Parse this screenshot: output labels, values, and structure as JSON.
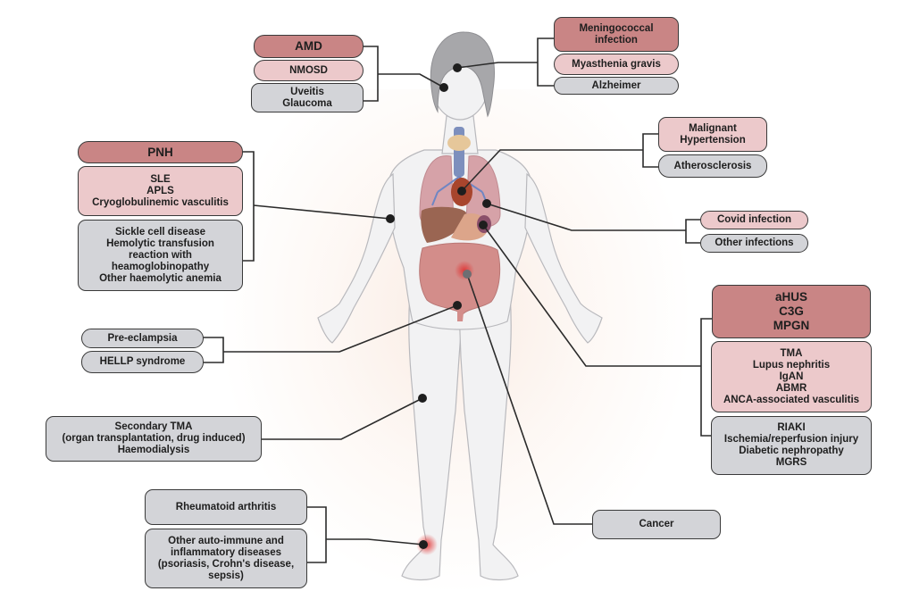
{
  "title": "Complement-mediated diseases by body site",
  "colors": {
    "dark_box": "#c98585",
    "light_box": "#ecc9cb",
    "grey_box": "#d3d4d8",
    "connector": "#2b2b2b",
    "inflammation": "#e03030"
  },
  "groups": {
    "eye": {
      "site": "eye",
      "boxes": [
        {
          "tier": "dark",
          "lines": [
            "AMD"
          ]
        },
        {
          "tier": "light",
          "lines": [
            "NMOSD"
          ]
        },
        {
          "tier": "grey",
          "lines": [
            "Uveitis",
            "Glaucoma"
          ]
        }
      ]
    },
    "brain": {
      "site": "brain",
      "boxes": [
        {
          "tier": "dark",
          "lines": [
            "Meningococcal",
            "infection"
          ]
        },
        {
          "tier": "light",
          "lines": [
            "Myasthenia gravis"
          ]
        },
        {
          "tier": "grey",
          "lines": [
            "Alzheimer"
          ]
        }
      ]
    },
    "blood": {
      "site": "arm / blood",
      "boxes": [
        {
          "tier": "dark",
          "lines": [
            "PNH"
          ]
        },
        {
          "tier": "light",
          "lines": [
            "SLE",
            "APLS",
            "Cryoglobulinemic vasculitis"
          ]
        },
        {
          "tier": "grey",
          "lines": [
            "Sickle cell disease",
            "Hemolytic transfusion",
            "reaction with",
            "heamoglobinopathy",
            "Other haemolytic anemia"
          ]
        }
      ]
    },
    "heart": {
      "site": "heart",
      "boxes": [
        {
          "tier": "light",
          "lines": [
            "Malignant",
            "Hypertension"
          ]
        },
        {
          "tier": "grey",
          "lines": [
            "Atherosclerosis"
          ]
        }
      ]
    },
    "lung": {
      "site": "lung",
      "boxes": [
        {
          "tier": "light",
          "lines": [
            "Covid infection"
          ]
        },
        {
          "tier": "grey",
          "lines": [
            "Other infections"
          ]
        }
      ]
    },
    "kidney": {
      "site": "kidney",
      "boxes": [
        {
          "tier": "dark",
          "lines": [
            "aHUS",
            "C3G",
            "MPGN"
          ]
        },
        {
          "tier": "light",
          "lines": [
            "TMA",
            "Lupus nephritis",
            "IgAN",
            "ABMR",
            "ANCA-associated vasculitis"
          ]
        },
        {
          "tier": "grey",
          "lines": [
            "RIAKI",
            "Ischemia/reperfusion injury",
            "Diabetic nephropathy",
            "MGRS"
          ]
        }
      ]
    },
    "uterus": {
      "site": "uterus",
      "boxes": [
        {
          "tier": "grey",
          "lines": [
            "Pre-eclampsia"
          ]
        },
        {
          "tier": "grey",
          "lines": [
            "HELLP syndrome"
          ]
        }
      ]
    },
    "systemic": {
      "site": "thigh",
      "boxes": [
        {
          "tier": "grey",
          "lines": [
            "Secondary  TMA",
            "(organ transplantation, drug induced)",
            "Haemodialysis"
          ]
        }
      ]
    },
    "joint": {
      "site": "ankle",
      "boxes": [
        {
          "tier": "grey",
          "lines": [
            "Rheumatoid arthritis"
          ]
        },
        {
          "tier": "grey",
          "lines": [
            "Other auto-immune and",
            "inflammatory diseases",
            "(psoriasis, Crohn's disease,",
            "sepsis)"
          ]
        }
      ]
    },
    "gut": {
      "site": "intestine",
      "boxes": [
        {
          "tier": "grey",
          "lines": [
            "Cancer"
          ]
        }
      ]
    }
  }
}
